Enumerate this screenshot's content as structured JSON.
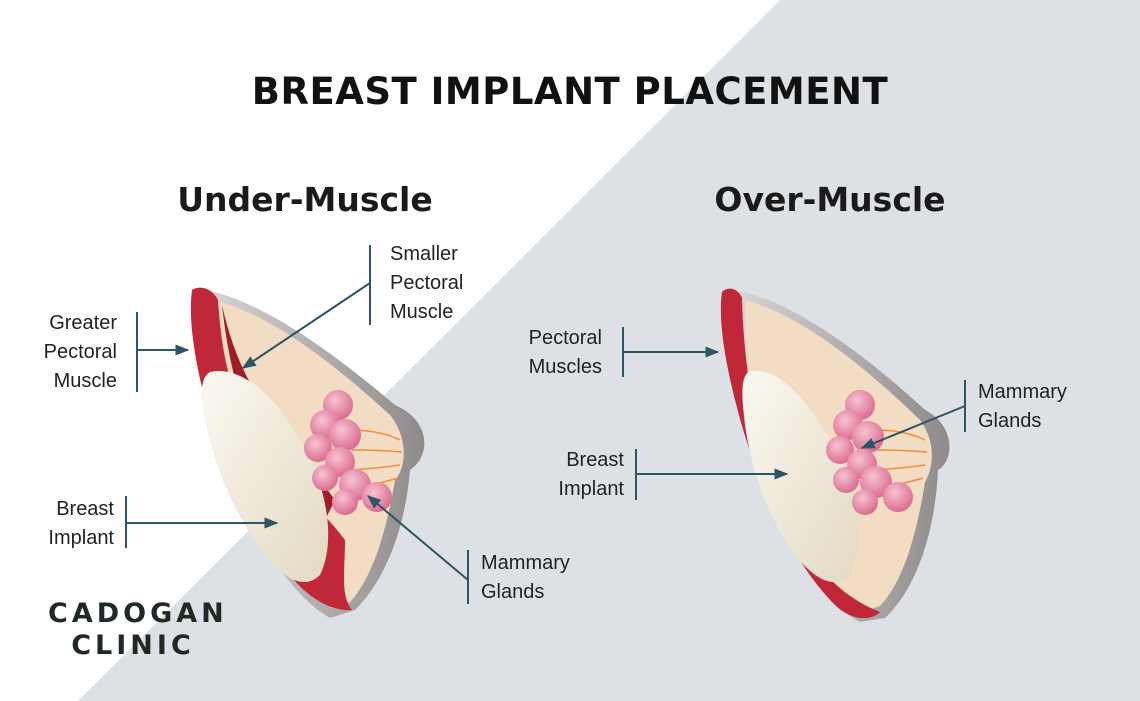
{
  "title": "BREAST IMPLANT PLACEMENT",
  "panels": [
    {
      "heading": "Under-Muscle",
      "labels": {
        "greater_pectoral": "Greater\nPectoral\nMuscle",
        "smaller_pectoral": "Smaller\nPectoral\nMuscle",
        "breast_implant": "Breast\nImplant",
        "mammary_glands": "Mammary\nGlands"
      }
    },
    {
      "heading": "Over-Muscle",
      "labels": {
        "pectoral_muscles": "Pectoral\nMuscles",
        "mammary_glands": "Mammary\nGlands",
        "breast_implant": "Breast\nImplant"
      }
    }
  ],
  "logo": {
    "line1": "CADOGAN",
    "line2": "CLINIC"
  },
  "colors": {
    "background_light": "#ffffff",
    "background_grey": "#dde1e6",
    "leader_line": "#2d5563",
    "muscle": "#c0283a",
    "implant": "#f1ebdd",
    "gland": "#e98aa5",
    "fat": "#f3dcc4",
    "skin": "#bdb8b8"
  }
}
